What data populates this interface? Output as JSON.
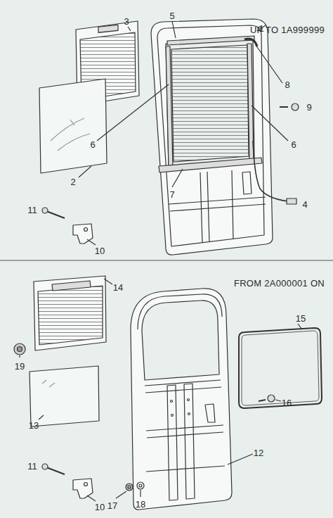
{
  "diagram": {
    "labels": [
      "UP TO 1A999999",
      "3",
      "5",
      "1",
      "8",
      "9",
      "2",
      "6",
      "6",
      "4",
      "7",
      "11",
      "10",
      "FROM 2A000001 ON",
      "14",
      "15",
      "19",
      "16",
      "13",
      "11",
      "10",
      "17",
      "18",
      "12"
    ]
  }
}
